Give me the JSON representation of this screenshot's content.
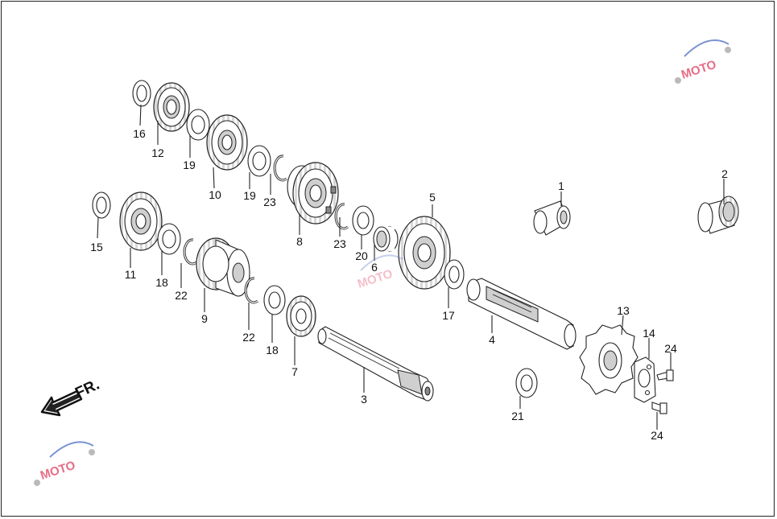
{
  "direction_label": "FR.",
  "watermark": {
    "text": "MOTO",
    "color": "#e04a6a"
  },
  "callouts": [
    "1",
    "2",
    "3",
    "4",
    "5",
    "6",
    "7",
    "8",
    "9",
    "10",
    "11",
    "12",
    "13",
    "14",
    "15",
    "16",
    "17",
    "18",
    "18",
    "19",
    "19",
    "20",
    "21",
    "22",
    "22",
    "23",
    "23",
    "24",
    "24"
  ],
  "colors": {
    "line": "#222222",
    "background": "#ffffff",
    "shade": "#cfcfcf"
  }
}
